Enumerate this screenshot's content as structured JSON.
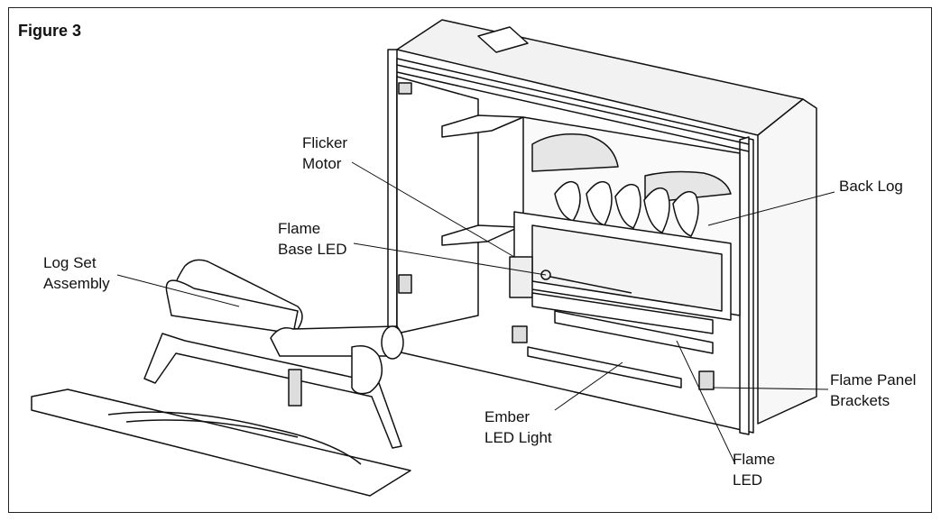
{
  "figure": {
    "title": "Figure 3"
  },
  "labels": {
    "flicker_motor": [
      "Flicker",
      "Motor"
    ],
    "flame_base_led": [
      "Flame",
      "Base LED"
    ],
    "log_set_assembly": [
      "Log Set",
      "Assembly"
    ],
    "back_log": [
      "Back Log"
    ],
    "flame_panel_brackets": [
      "Flame Panel",
      "Brackets"
    ],
    "ember_led_light": [
      "Ember",
      "LED Light"
    ],
    "flame_led": [
      "Flame",
      "LED"
    ]
  }
}
